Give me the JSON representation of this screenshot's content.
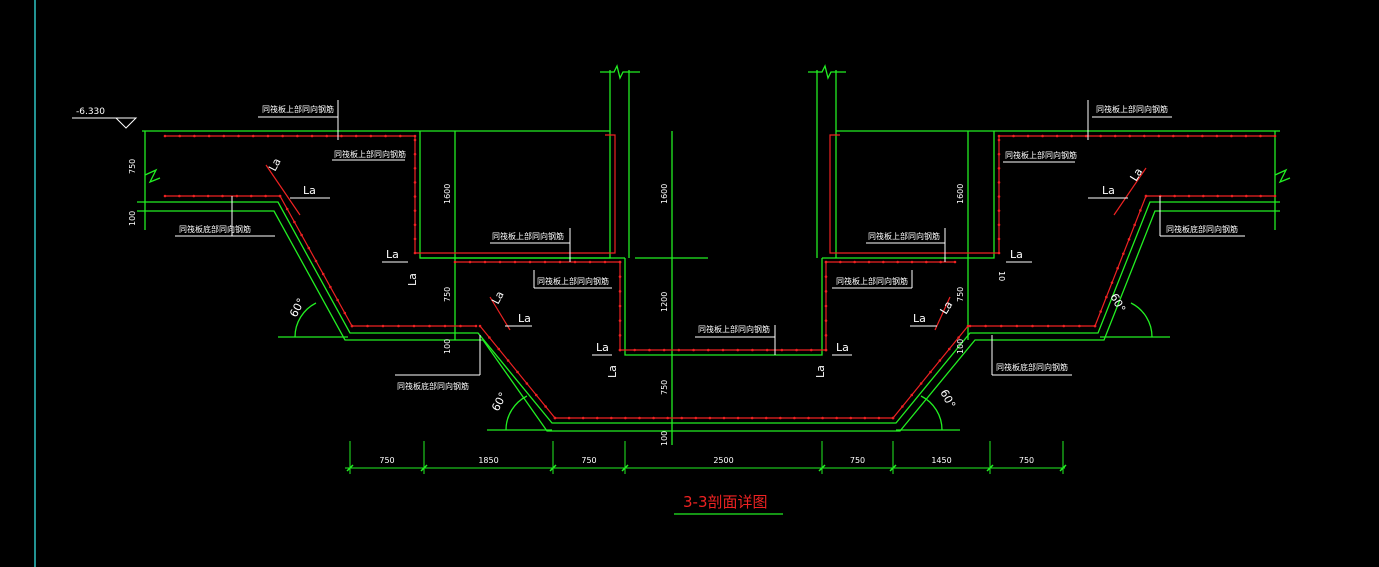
{
  "drawing": {
    "title": "3-3剖面详图",
    "elevation": "-6.330",
    "colors": {
      "background": "#000000",
      "structure": "#22ee22",
      "rebar": "#ee2222",
      "text": "#ffffff",
      "title": "#ee2222",
      "title_underline": "#22ee22",
      "border": "#2ec4c4"
    }
  },
  "notes": {
    "top_rebar_same": "同筏板上部同向钢筋",
    "bottom_rebar_same": "同筏板底部同向钢筋"
  },
  "anchor": {
    "la": "La"
  },
  "angles": {
    "sixty": "60°"
  },
  "thickness": {
    "t750": "750",
    "t100": "100",
    "t1600": "1600",
    "t1200": "1200",
    "t10": "10"
  },
  "bottom_dimensions": [
    "750",
    "1850",
    "750",
    "2500",
    "750",
    "1450",
    "750"
  ]
}
